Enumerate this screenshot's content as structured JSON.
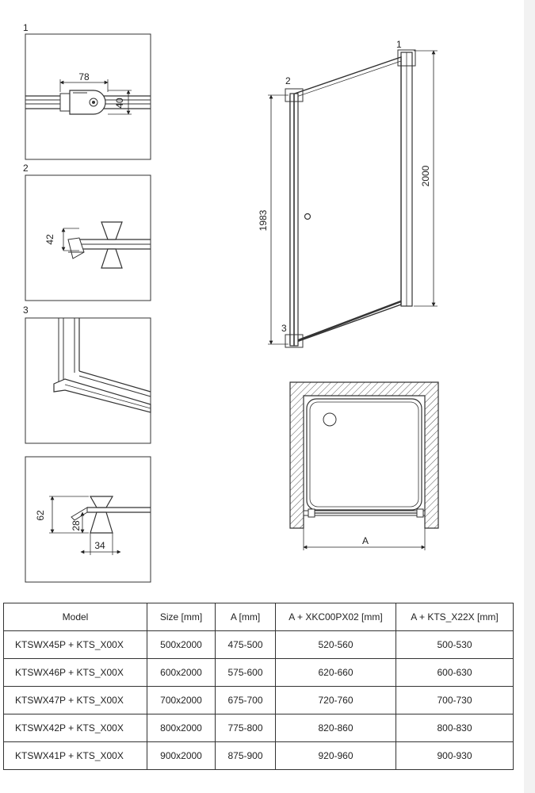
{
  "details": [
    {
      "label": "1",
      "dims": [
        "78",
        "40"
      ]
    },
    {
      "label": "2",
      "dims": [
        "42"
      ]
    },
    {
      "label": "3",
      "dims": []
    },
    {
      "label": "",
      "dims": [
        "62",
        "28",
        "34"
      ]
    }
  ],
  "main": {
    "callouts": [
      "1",
      "2",
      "3"
    ],
    "height_left": "1983",
    "height_right": "2000"
  },
  "plan": {
    "width_label": "A"
  },
  "table": {
    "headers": [
      "Model",
      "Size [mm]",
      "A [mm]",
      "A + XKC00PX02 [mm]",
      "A + KTS_X22X [mm]"
    ],
    "rows": [
      [
        "KTSWX45P + KTS_X00X",
        "500x2000",
        "475-500",
        "520-560",
        "500-530"
      ],
      [
        "KTSWX46P + KTS_X00X",
        "600x2000",
        "575-600",
        "620-660",
        "600-630"
      ],
      [
        "KTSWX47P + KTS_X00X",
        "700x2000",
        "675-700",
        "720-760",
        "700-730"
      ],
      [
        "KTSWX42P + KTS_X00X",
        "800x2000",
        "775-800",
        "820-860",
        "800-830"
      ],
      [
        "KTSWX41P + KTS_X00X",
        "900x2000",
        "875-900",
        "920-960",
        "900-930"
      ]
    ]
  }
}
